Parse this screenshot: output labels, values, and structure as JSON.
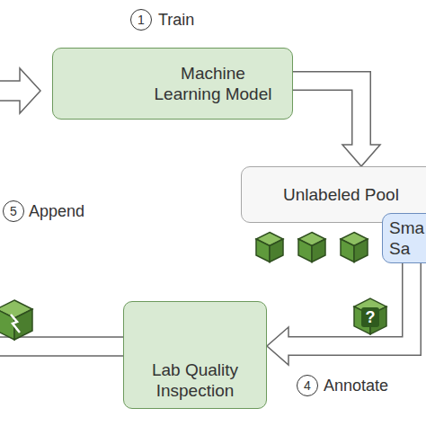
{
  "diagram": {
    "nodes": [
      {
        "text": [
          "Machine Learning Model"
        ]
      },
      {
        "text": [
          "Unlabeled Pool"
        ]
      },
      {
        "text": [
          "Sma Sa"
        ]
      },
      {
        "text": [
          "Lab Quality Inspection"
        ]
      }
    ],
    "edges": [
      {
        "from": 0,
        "to": 1,
        "arrow": "to"
      },
      {
        "from": 2,
        "to": 3,
        "arrow": "to"
      }
    ],
    "labels": [
      "1",
      "Train",
      "5",
      "Append",
      "?",
      "4",
      "Annotate"
    ]
  }
}
